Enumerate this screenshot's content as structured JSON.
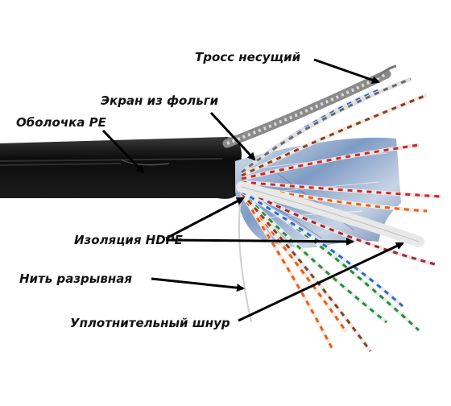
{
  "labels": {
    "messenger": "Тросс несущий",
    "foil_screen": "Экран из фольги",
    "pe_jacket": "Оболочка PE",
    "hdpe_insulation": "Изоляция HDPE",
    "rip_cord": "Нить разрывная",
    "filler_cord": "Уплотнительный шнур"
  },
  "colors": {
    "background": "#ffffff",
    "label_text": "#111111",
    "arrow": "#000000",
    "jacket": "#141414",
    "foil": "#9fb3cf",
    "messenger_wire": "#9a9a9a"
  },
  "pair_colors": [
    "#e85d1f",
    "#2a8a3c",
    "#c42a2a",
    "#2a6bc4",
    "#8a3f1f",
    "#9c9c9c"
  ]
}
